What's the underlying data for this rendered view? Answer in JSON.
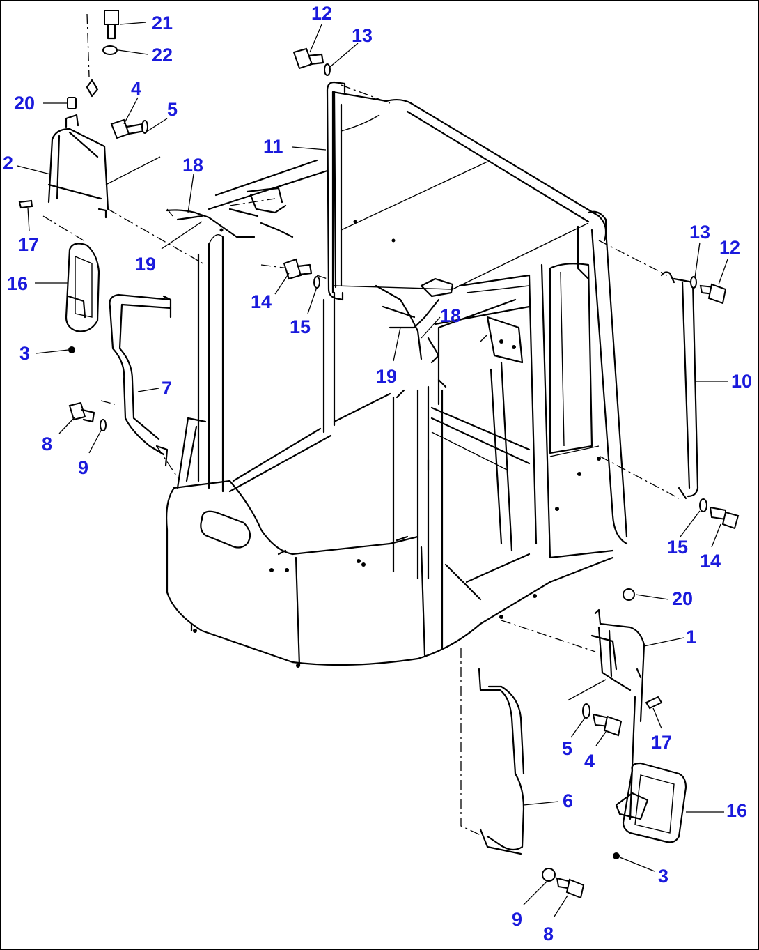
{
  "callouts": [
    {
      "id": "c21a",
      "text": "21"
    },
    {
      "id": "c22a",
      "text": "22"
    },
    {
      "id": "c20a",
      "text": "20"
    },
    {
      "id": "c4a",
      "text": "4"
    },
    {
      "id": "c5a",
      "text": "5"
    },
    {
      "id": "c2",
      "text": "2"
    },
    {
      "id": "c18a",
      "text": "18"
    },
    {
      "id": "c17a",
      "text": "17"
    },
    {
      "id": "c19a",
      "text": "19"
    },
    {
      "id": "c16a",
      "text": "16"
    },
    {
      "id": "c3a",
      "text": "3"
    },
    {
      "id": "c7",
      "text": "7"
    },
    {
      "id": "c8a",
      "text": "8"
    },
    {
      "id": "c9a",
      "text": "9"
    },
    {
      "id": "c12a",
      "text": "12"
    },
    {
      "id": "c13a",
      "text": "13"
    },
    {
      "id": "c11",
      "text": "11"
    },
    {
      "id": "c14a",
      "text": "14"
    },
    {
      "id": "c15a",
      "text": "15"
    },
    {
      "id": "c18b",
      "text": "18"
    },
    {
      "id": "c19b",
      "text": "19"
    },
    {
      "id": "c13b",
      "text": "13"
    },
    {
      "id": "c12b",
      "text": "12"
    },
    {
      "id": "c10",
      "text": "10"
    },
    {
      "id": "c15b",
      "text": "15"
    },
    {
      "id": "c14b",
      "text": "14"
    },
    {
      "id": "c20b",
      "text": "20"
    },
    {
      "id": "c1",
      "text": "1"
    },
    {
      "id": "c5b",
      "text": "5"
    },
    {
      "id": "c4b",
      "text": "4"
    },
    {
      "id": "c17b",
      "text": "17"
    },
    {
      "id": "c6",
      "text": "6"
    },
    {
      "id": "c16b",
      "text": "16"
    },
    {
      "id": "c3b",
      "text": "3"
    },
    {
      "id": "c9b",
      "text": "9"
    },
    {
      "id": "c8b",
      "text": "8"
    }
  ]
}
